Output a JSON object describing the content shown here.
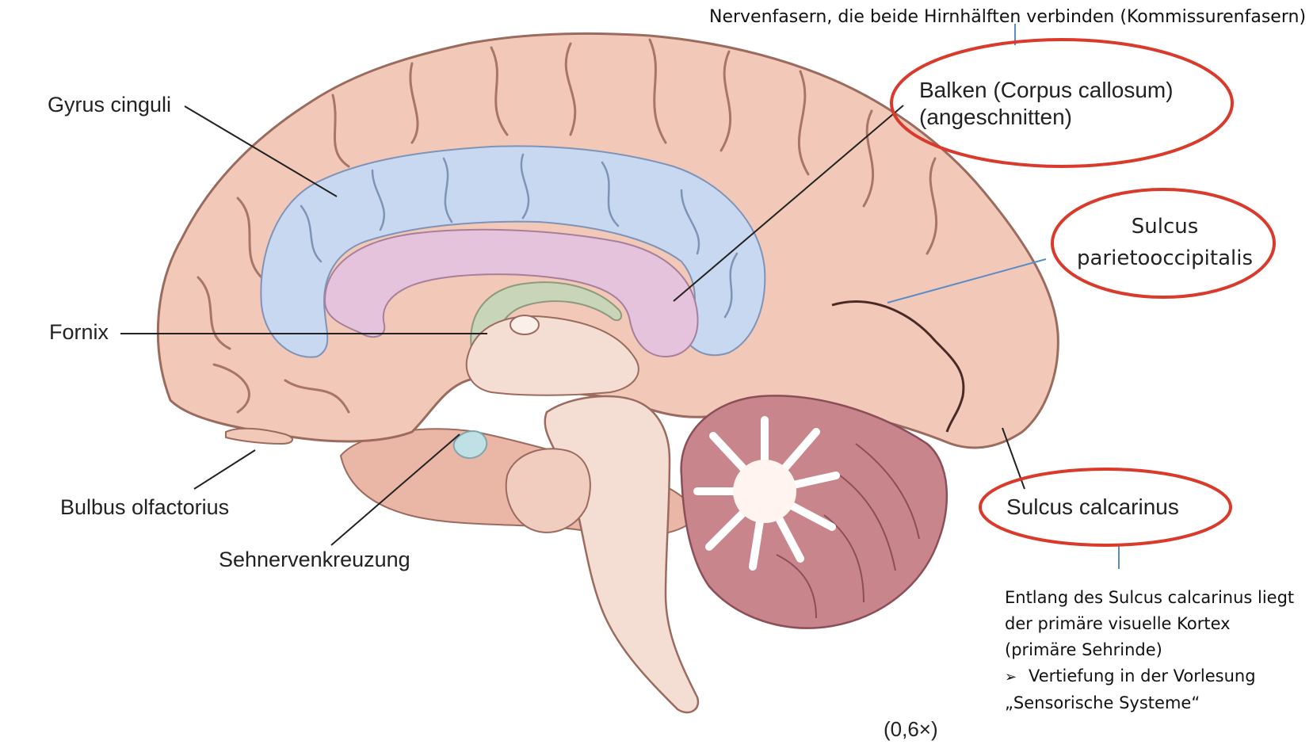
{
  "labels": {
    "gyrus_cinguli": "Gyrus cinguli",
    "fornix": "Fornix",
    "bulbus_olfactorius": "Bulbus olfactorius",
    "sehnervenkreuzung": "Sehnervenkreuzung",
    "balken_line1": "Balken (Corpus callosum)",
    "balken_line2": "(angeschnitten)",
    "sulcus_parieto_line1": "Sulcus",
    "sulcus_parieto_line2": "parietooccipitalis",
    "sulcus_calcarinus": "Sulcus calcarinus",
    "scale": "(0,6×)"
  },
  "notes": {
    "top": "Nervenfasern, die beide Hirnhälften verbinden (Kommissurenfasern)",
    "bottom_line1": "Entlang des Sulcus calcarinus liegt",
    "bottom_line2": "der primäre visuelle Kortex",
    "bottom_line3": "(primäre Sehrinde)",
    "bottom_bullet": "➢",
    "bottom_line4": "Vertiefung in der Vorlesung",
    "bottom_line5": "„Sensorische Systeme“"
  },
  "colors": {
    "cortex": "#f2c9b8",
    "cortex_outline": "#9a6b5e",
    "gyrus_cinguli_fill": "#c8d8f0",
    "corpus_callosum_fill": "#e6c3dc",
    "fornix_fill": "#c9d5b9",
    "cerebellum": "#c9858c",
    "cerebellum_white": "#fff4f0",
    "brainstem": "#f4ddd2",
    "chiasm": "#bfe0e4",
    "highlight_ellipse": "#d93a2b",
    "leader_line": "#222222",
    "blue_leader": "#5b8ac8"
  }
}
